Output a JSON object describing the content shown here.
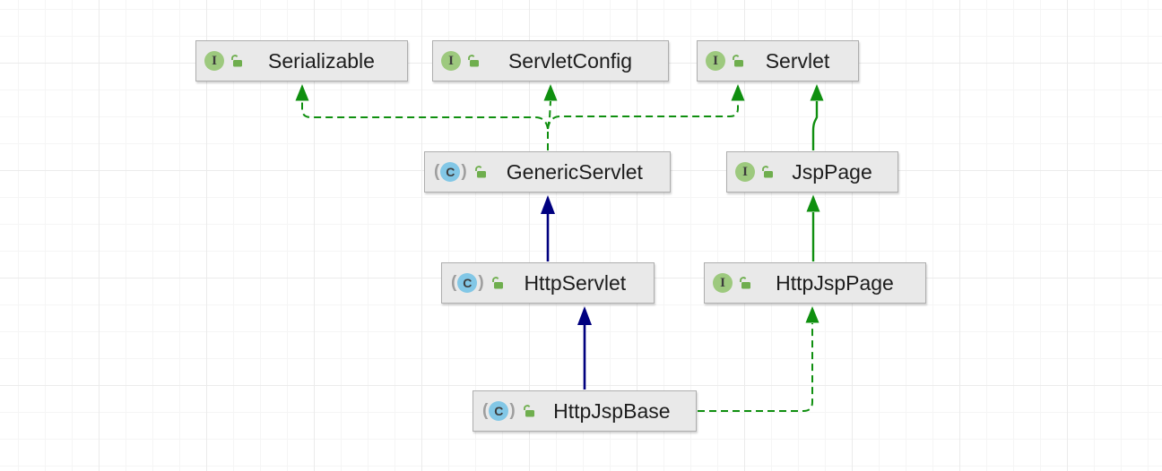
{
  "diagram_type": "uml-class-inheritance",
  "nodes": [
    {
      "id": "serializable",
      "label": "Serializable",
      "kind": "interface",
      "icon_letter": "I",
      "visibility": "public"
    },
    {
      "id": "servlet-config",
      "label": "ServletConfig",
      "kind": "interface",
      "icon_letter": "I",
      "visibility": "public"
    },
    {
      "id": "servlet",
      "label": "Servlet",
      "kind": "interface",
      "icon_letter": "I",
      "visibility": "public"
    },
    {
      "id": "generic-servlet",
      "label": "GenericServlet",
      "kind": "abstract-class",
      "icon_letter": "C",
      "visibility": "public"
    },
    {
      "id": "jsp-page",
      "label": "JspPage",
      "kind": "interface",
      "icon_letter": "I",
      "visibility": "public"
    },
    {
      "id": "http-servlet",
      "label": "HttpServlet",
      "kind": "abstract-class",
      "icon_letter": "C",
      "visibility": "public"
    },
    {
      "id": "http-jsp-page",
      "label": "HttpJspPage",
      "kind": "interface",
      "icon_letter": "I",
      "visibility": "public"
    },
    {
      "id": "http-jsp-base",
      "label": "HttpJspBase",
      "kind": "abstract-class",
      "icon_letter": "C",
      "visibility": "public"
    }
  ],
  "edges": [
    {
      "from": "GenericServlet",
      "to": "Serializable",
      "relation": "implements",
      "line": "dashed",
      "color": "green"
    },
    {
      "from": "GenericServlet",
      "to": "ServletConfig",
      "relation": "implements",
      "line": "dashed",
      "color": "green"
    },
    {
      "from": "GenericServlet",
      "to": "Servlet",
      "relation": "implements",
      "line": "dashed",
      "color": "green"
    },
    {
      "from": "JspPage",
      "to": "Servlet",
      "relation": "extends",
      "line": "solid",
      "color": "green"
    },
    {
      "from": "HttpServlet",
      "to": "GenericServlet",
      "relation": "extends",
      "line": "solid",
      "color": "navy"
    },
    {
      "from": "HttpJspPage",
      "to": "JspPage",
      "relation": "extends",
      "line": "solid",
      "color": "green"
    },
    {
      "from": "HttpJspBase",
      "to": "HttpServlet",
      "relation": "extends",
      "line": "solid",
      "color": "navy"
    },
    {
      "from": "HttpJspBase",
      "to": "HttpJspPage",
      "relation": "implements",
      "line": "dashed",
      "color": "green"
    }
  ],
  "colors": {
    "edge_green": "#0f8f0f",
    "edge_navy": "#00007f",
    "interface_icon_green": "#9dc97e",
    "class_icon_blue": "#82c7e6",
    "lock_green": "#6fae4e",
    "node_bg": "#e9e9e9",
    "node_border": "#aeaeae",
    "grid_minor": "#f5f5f5",
    "grid_major": "#ebebeb",
    "label_color": "#1d1d1d",
    "icon_letter_color": "#3c3c3c",
    "paren_color": "#9e9e9e"
  }
}
